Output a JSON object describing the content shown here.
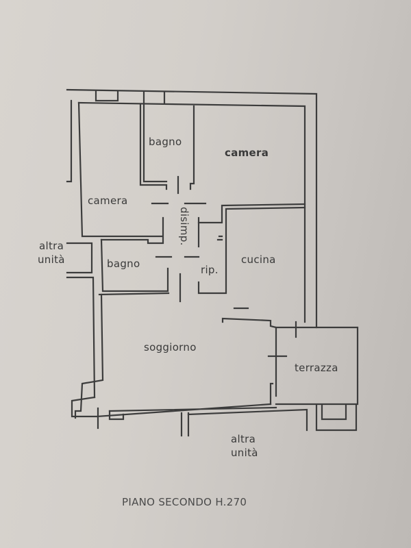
{
  "plan": {
    "caption": "PIANO SECONDO H.270",
    "rooms": {
      "camera_top": "camera",
      "camera_left": "camera",
      "bagno_top": "bagno",
      "bagno_mid": "bagno",
      "disimp": "disimp.",
      "rip": "rip.",
      "cucina": "cucina",
      "soggiorno": "soggiorno",
      "terrazza": "terrazza"
    },
    "neighbors": {
      "left_line1": "altra",
      "left_line2": "unità",
      "bottom_line1": "altra",
      "bottom_line2": "unità"
    },
    "colors": {
      "wall": "#3c3c3c",
      "paper": "#d4d0cb"
    }
  }
}
